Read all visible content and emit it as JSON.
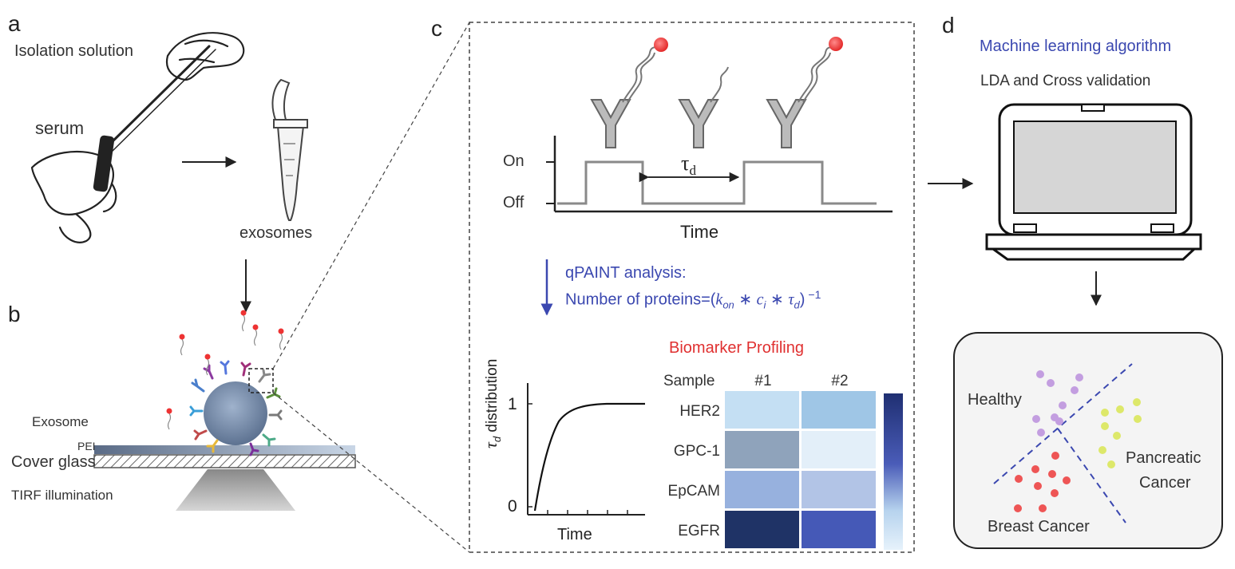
{
  "panels": {
    "a": {
      "letter": "a",
      "isolation_label": "Isolation solution",
      "serum_label": "serum",
      "exosomes_label": "exosomes"
    },
    "b": {
      "letter": "b",
      "exosome_label": "Exosome",
      "pei_label": "PEI",
      "cover_glass_label": "Cover glass",
      "tirf_label": "TIRF illumination"
    },
    "c": {
      "letter": "c",
      "trace": {
        "on_label": "On",
        "off_label": "Off",
        "tau_label": "τ",
        "tau_sub": "d",
        "time_label": "Time"
      },
      "analysis": {
        "line1": "qPAINT analysis:",
        "line2_prefix": "Number of proteins=(",
        "k": "k",
        "k_sub": "on",
        "star": " ∗ ",
        "c": "c",
        "c_sub": "i",
        "tau": "τ",
        "tau_sub": "d",
        "suffix": ")",
        "exponent": "−1"
      },
      "distribution": {
        "ylabel_tau": "τ",
        "ylabel_sub": "d",
        "ylabel_rest": " distribution",
        "y_tick_top": "1",
        "y_tick_bottom": "0",
        "xlabel": "Time"
      },
      "profiling": {
        "title": "Biomarker Profiling",
        "sample_label": "Sample",
        "columns": [
          "#1",
          "#2"
        ],
        "rows": [
          "HER2",
          "GPC-1",
          "EpCAM",
          "EGFR"
        ],
        "colors": [
          [
            "#c4dff3",
            "#9fc6e6"
          ],
          [
            "#8fa3bb",
            "#e3eff9"
          ],
          [
            "#97b1de",
            "#b2c4e6"
          ],
          [
            "#1f3366",
            "#4559b7"
          ]
        ]
      }
    },
    "d": {
      "letter": "d",
      "ml_title": "Machine learning algorithm",
      "lda_label": "LDA  and Cross validation",
      "healthy_label": "Healthy",
      "pancreatic_line1": "Pancreatic",
      "pancreatic_line2": "Cancer",
      "breast_label": "Breast Cancer"
    }
  },
  "colors": {
    "accent_blue": "#3b48b0",
    "profiling_red": "#e03030",
    "healthy_dot": "#c39ee0",
    "pancreatic_dot": "#dde86a",
    "breast_dot": "#ee5555"
  }
}
